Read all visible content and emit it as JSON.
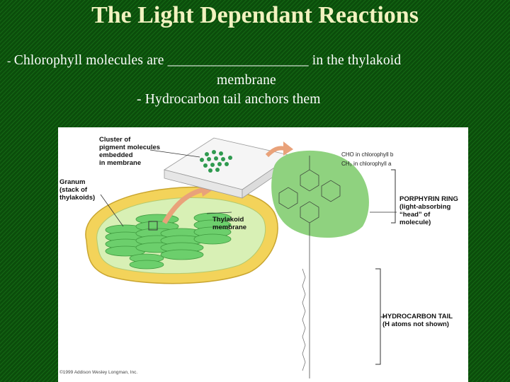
{
  "slide": {
    "title": "The Light Dependant Reactions",
    "bullet_dash": "- ",
    "bullet_line1": "Chlorophyll molecules are ____________________ in the thylakoid",
    "bullet_line2": "membrane",
    "bullet_line3": "- Hydrocarbon tail anchors them"
  },
  "figure": {
    "label_cluster": "Cluster of\npigment molecules\nembedded\nin membrane",
    "label_granum": "Granum\n(stack of\nthylakoids)",
    "label_thylakoid": "Thylakoid\nmembrane",
    "label_porphyrin": "PORPHYRIN RING\n(light-absorbing\n“head” of\nmolecule)",
    "label_hydrocarbon": "HYDROCARBON TAIL\n(H atoms not shown)",
    "chem_cho": "CHO in chlorophyll b",
    "chem_ch3": "CH₃ in chlorophyll a",
    "copyright": "©1999 Addison Wesley Longman, Inc.",
    "colors": {
      "ring_green": "#8fd27f",
      "chloroplast_yellow": "#f3d35a",
      "thylakoid_green": "#6ccf6c",
      "arrow": "#e9a27a"
    }
  }
}
